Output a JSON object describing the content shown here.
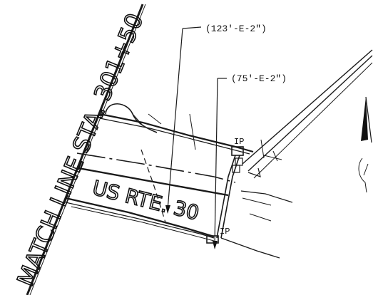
{
  "drawing": {
    "match_line_label": "MATCH LINE STA. 301+50",
    "road_label": "US RTE. 30",
    "callout_123": "(123'-E-2\")",
    "callout_75": "(75'-E-2\")",
    "ip_upper": "IP",
    "ip_lower": "IP"
  }
}
